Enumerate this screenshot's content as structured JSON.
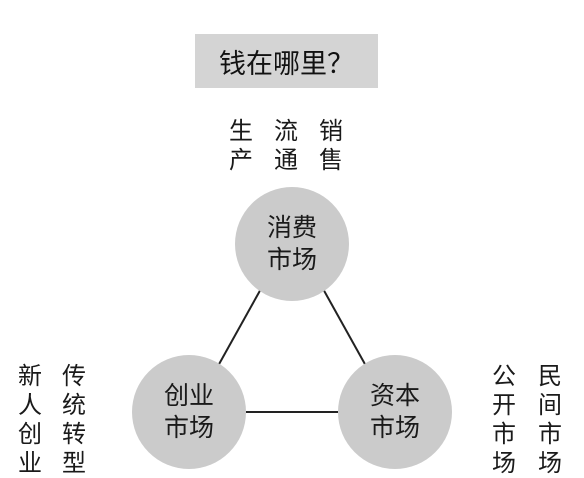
{
  "title": "钱在哪里？",
  "nodes": {
    "top": [
      "消费",
      "市场"
    ],
    "left": [
      "创业",
      "市场"
    ],
    "right": [
      "资本",
      "市场"
    ]
  },
  "labels": {
    "top_columns": [
      [
        "生",
        "产"
      ],
      [
        "流",
        "通"
      ],
      [
        "销",
        "售"
      ]
    ],
    "left_columns": [
      [
        "新",
        "人",
        "创",
        "业"
      ],
      [
        "传",
        "统",
        "转",
        "型"
      ]
    ],
    "right_columns": [
      [
        "公",
        "开",
        "市",
        "场"
      ],
      [
        "民",
        "间",
        "市",
        "场"
      ]
    ]
  },
  "colors": {
    "title_background": "#d4d4d4",
    "node_fill": "#cbcbcb",
    "connector": "#222222"
  }
}
